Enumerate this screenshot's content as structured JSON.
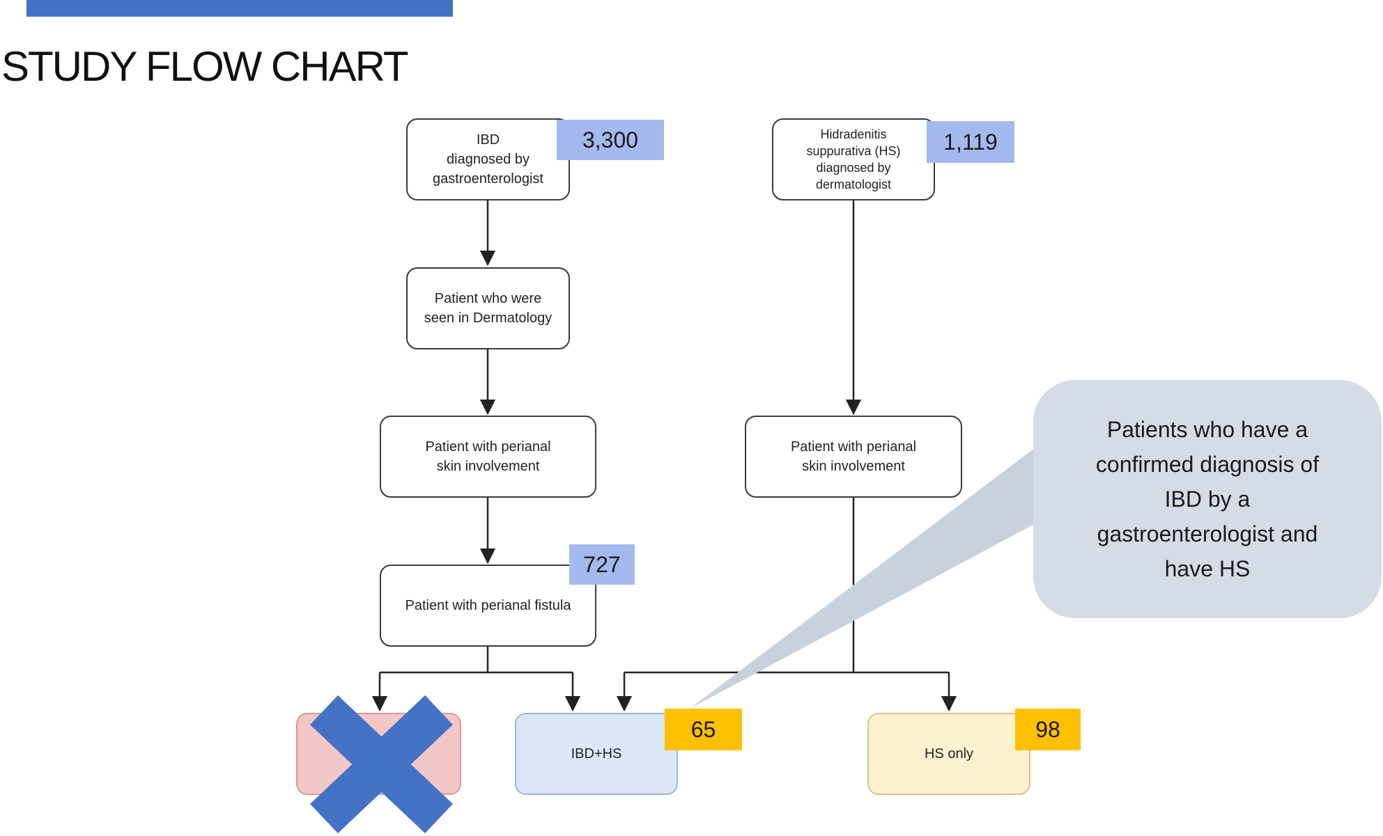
{
  "title": "STUDY FLOW CHART",
  "boxes": {
    "ibd_diagnosed": {
      "line1": "IBD",
      "line2": "diagnosed by",
      "line3": "gastroenterologist"
    },
    "hs_diagnosed": {
      "line1": "Hidradenitis",
      "line2": "suppurativa (HS)",
      "line3": "diagnosed by",
      "line4": "dermatologist"
    },
    "seen_dermatology": {
      "line1": "Patient who were",
      "line2": "seen in Dermatology"
    },
    "perianal_skin_left": {
      "line1": "Patient with perianal",
      "line2": "skin involvement"
    },
    "perianal_skin_right": {
      "line1": "Patient with perianal",
      "line2": "skin involvement"
    },
    "perianal_fistula": {
      "line1": "Patient with perianal fistula"
    },
    "ibd_hs": {
      "label": "IBD+HS"
    },
    "hs_only": {
      "label": "HS only"
    }
  },
  "counts": {
    "ibd": "3,300",
    "hs": "1,119",
    "fistula": "727",
    "ibd_hs": "65",
    "hs_only": "98"
  },
  "callout": {
    "line1": "Patients who have a",
    "line2": "confirmed diagnosis of",
    "line3": "IBD by a",
    "line4": "gastroenterologist and",
    "line5": "have HS"
  },
  "colors": {
    "title_bar": "#4472c4",
    "count_blue": "#a4b9ee",
    "count_yellow": "#ffc000",
    "box_ibd_hs": "#d9e7f7",
    "box_hs_only": "#fdf2cf",
    "box_excluded": "#f4c7c7",
    "x_mark": "#4472c4",
    "callout": "#d6dce6"
  },
  "icons": {
    "excluded": "x-mark-icon"
  }
}
